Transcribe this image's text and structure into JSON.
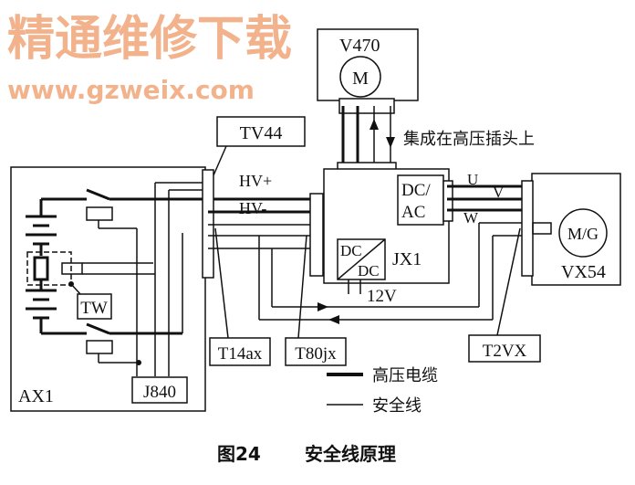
{
  "components": {
    "v470": {
      "label": "V470",
      "motor": "M"
    },
    "tv44": "TV44",
    "ax1": "AX1",
    "tw": "TW",
    "j840": "J840",
    "t14ax": "T14ax",
    "t80jx": "T80jx",
    "t2vx": "T2VX",
    "jx1": {
      "label": "JX1",
      "dcac": [
        "DC/",
        "AC"
      ],
      "dcdc": [
        "DC",
        "DC"
      ]
    },
    "vx54": {
      "label": "VX54",
      "motor": "M/G"
    }
  },
  "signals": {
    "hv_plus": "HV+",
    "hv_minus": "HV-",
    "u": "U",
    "v": "V",
    "w": "W",
    "v12": "12V"
  },
  "annotation": "集成在高压插头上",
  "legend": {
    "thick": "高压电缆",
    "thin": "安全线"
  },
  "caption": {
    "number": "图24",
    "title": "安全线原理"
  },
  "watermark": {
    "cn": "精通维修下载",
    "url": "www.gzweix.com"
  },
  "colors": {
    "line": "#111111",
    "watermark": "#f0a070"
  }
}
